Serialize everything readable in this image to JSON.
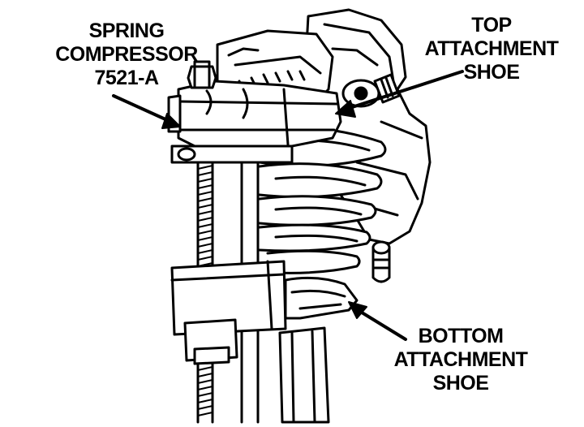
{
  "labels": {
    "spring_compressor": {
      "line1": "SPRING",
      "line2": "COMPRESSOR",
      "line3": "7521-A"
    },
    "top_shoe": {
      "line1": "TOP",
      "line2": "ATTACHMENT",
      "line3": "SHOE"
    },
    "bottom_shoe": {
      "line1": "BOTTOM",
      "line2": "ATTACHMENT",
      "line3": "SHOE"
    }
  },
  "colors": {
    "ink": "#000000",
    "paper": "#ffffff"
  }
}
